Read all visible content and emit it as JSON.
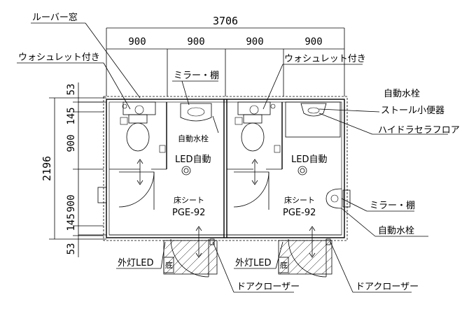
{
  "dimensions": {
    "overall_width": "3706",
    "module_1": "900",
    "module_2": "900",
    "module_3": "900",
    "module_4": "900",
    "overall_depth": "2196",
    "v_53_top": "53",
    "v_145_top": "145",
    "v_900_upper": "900",
    "v_900_lower": "900",
    "v_145_bottom": "145",
    "v_53_bottom": "53"
  },
  "labels": {
    "louver_window": "ルーバー窓",
    "washlet_left": "ウォシュレット付き",
    "washlet_right": "ウォシュレット付き",
    "mirror_shelf_top": "ミラー・棚",
    "auto_faucet_inner": "自動水栓",
    "auto_faucet_urinal_line1": "自動水栓",
    "auto_faucet_urinal_line2": "ストール小便器",
    "hydro_ceramic_floor": "ハイドラセラフロア",
    "led_auto_left": "LED自動",
    "led_auto_right": "LED自動",
    "floor_sheet_left": "床シート",
    "floor_sheet_code_left": "PGE-92",
    "floor_sheet_right": "床シート",
    "floor_sheet_code_right": "PGE-92",
    "mirror_shelf_right": "ミラー・棚",
    "auto_faucet_right": "自動水栓",
    "outdoor_led_left": "外灯LED",
    "outdoor_led_right": "外灯LED",
    "step_left": "底",
    "step_right": "底",
    "door_closer_left": "ドアクローザー",
    "door_closer_right": "ドアクローザー"
  }
}
